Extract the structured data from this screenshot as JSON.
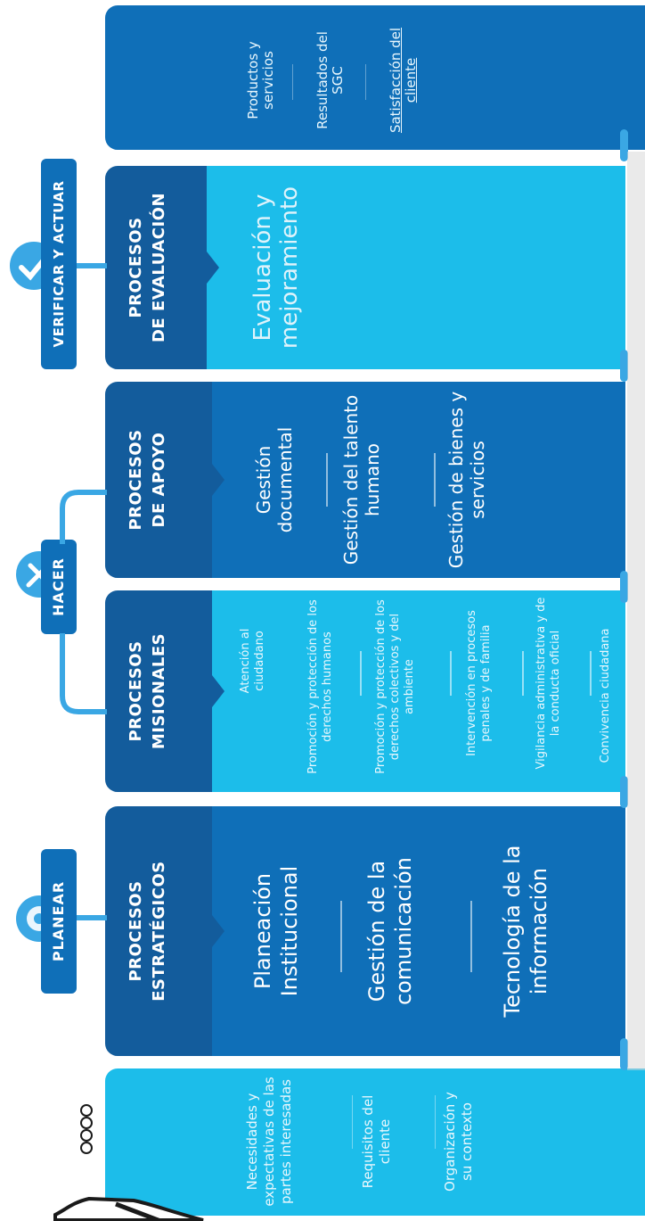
{
  "badges": {
    "planear": "PLANEAR",
    "hacer": "HACER",
    "verificar": "VERIFICAR Y ACTUAR"
  },
  "inputs": {
    "items": [
      "Necesidades y expectativas de las partes interesadas",
      "Requisitos del cliente",
      "Organización y su contexto"
    ]
  },
  "outputs": {
    "items": [
      "Productos y servicios",
      "Resultados del SGC",
      "Satisfacción del cliente"
    ]
  },
  "estrategicos": {
    "header_line1": "PROCESOS",
    "header_line2": "ESTRATÉGICOS",
    "items": [
      "Planeación Institucional",
      "Gestión de la comunicación",
      "Tecnología de la información"
    ]
  },
  "misionales": {
    "header_line1": "PROCESOS",
    "header_line2": "MISIONALES",
    "items": [
      "Atención al ciudadano",
      "Promoción y protección de los derechos humanos",
      "Promoción y protección de los derechos colectivos y del ambiente",
      "Intervención en procesos penales y de familia",
      "Vigilancia administrativa y de la conducta oficial",
      "Convivencia ciudadana"
    ]
  },
  "apoyo": {
    "header_line1": "PROCESOS",
    "header_line2": "DE APOYO",
    "items": [
      "Gestión documental",
      "Gestión del talento humano",
      "Gestión de bienes y servicios"
    ]
  },
  "evaluacion": {
    "header_line1": "PROCESOS",
    "header_line2": "DE EVALUACIÓN",
    "items": [
      "Evaluación y mejoramiento"
    ]
  },
  "colors": {
    "light": "#1cbdea",
    "mid": "#0f6fb8",
    "dark": "#135c9c",
    "connector": "#3aa7e4"
  },
  "icons": [
    "gear-icon",
    "tools-icon",
    "check-icon",
    "hand-icon"
  ]
}
